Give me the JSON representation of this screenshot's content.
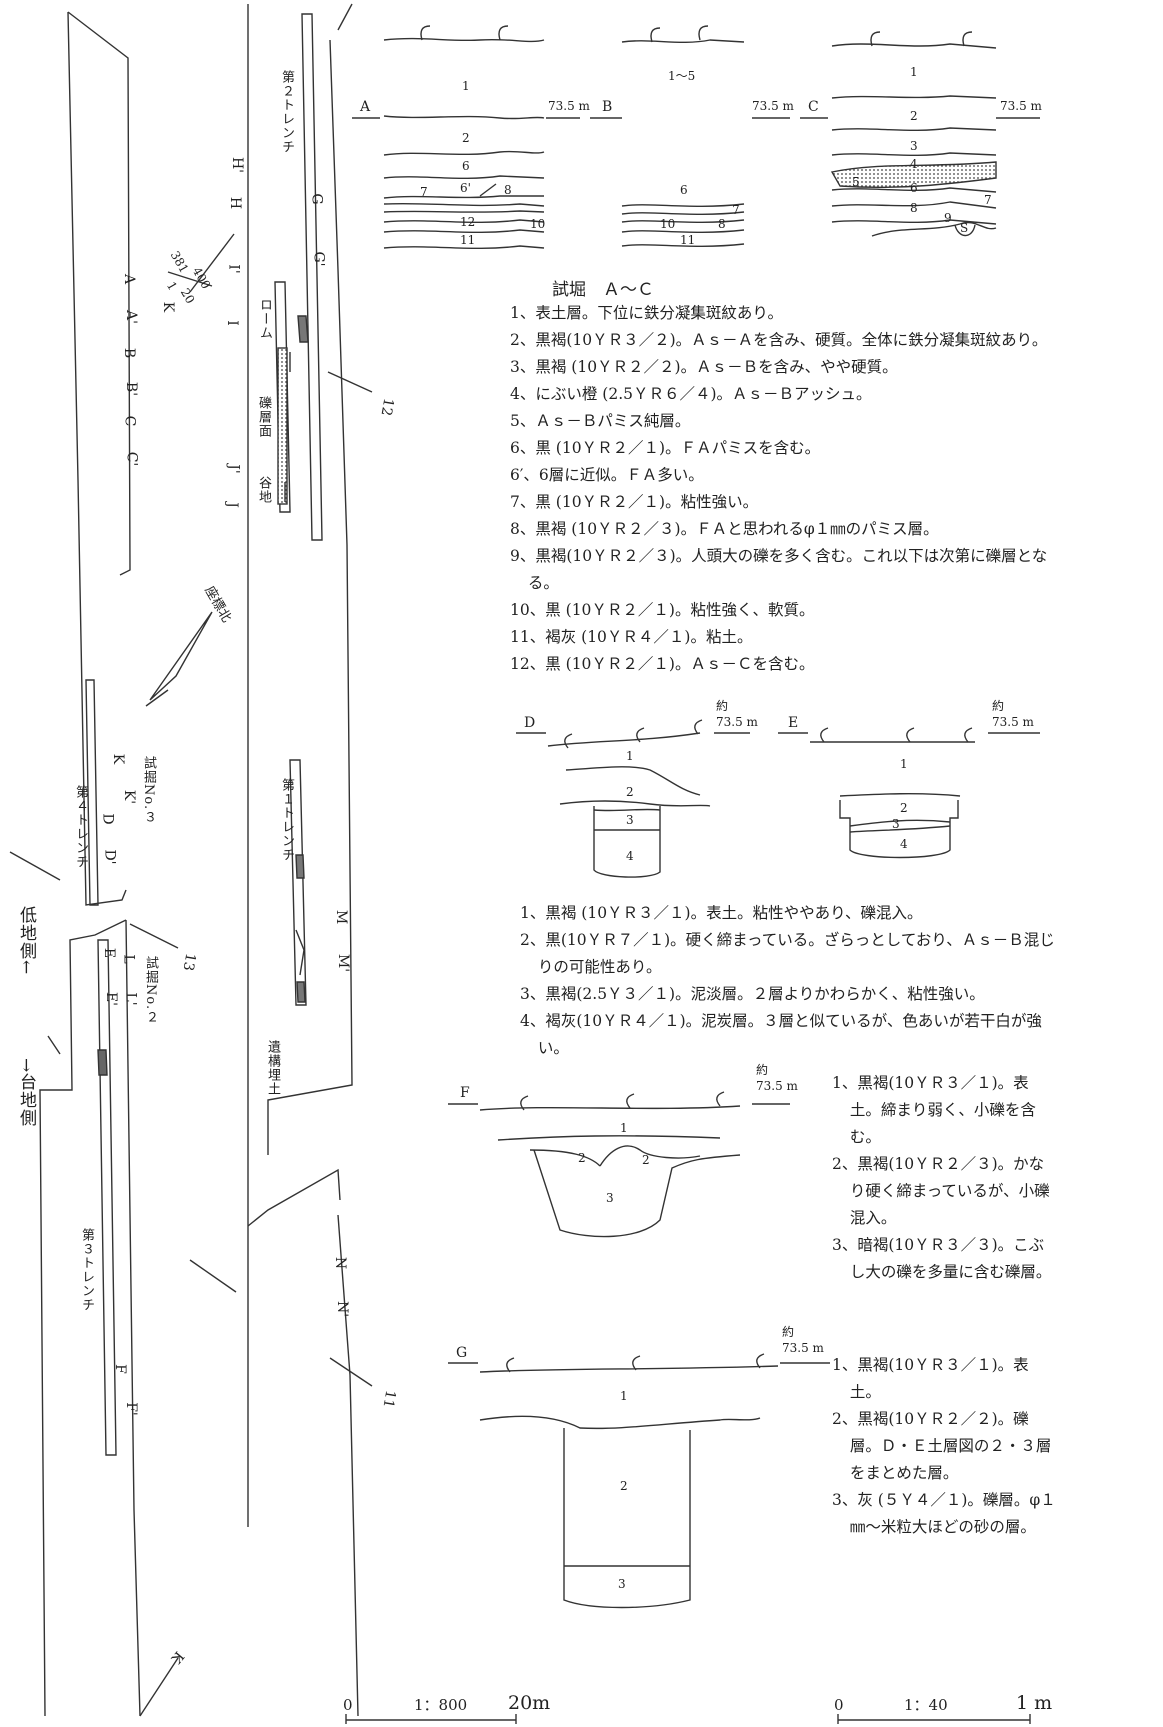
{
  "plan": {
    "trench2": "第２トレンチ",
    "trench1": "第１トレンチ",
    "trench4": "第４トレンチ",
    "trench3": "第３トレンチ",
    "loam": "ローム",
    "gravel_surface": "礫層面",
    "valley": "谷地",
    "feature_fill": "遺構埋土",
    "coord_north": "座標北",
    "pit3": "試掘No.３",
    "pit2": "試掘No.２",
    "low_side": "低地側←",
    "high_side": "→台地側",
    "grid_381": "381",
    "grid_400": "400",
    "grid_1": "1",
    "grid_20": "20",
    "grid_K": "K",
    "grid_12": "12",
    "grid_13": "13",
    "grid_11": "11",
    "section_marks": {
      "H": "H",
      "H2": "H'",
      "I": "I",
      "I2": "I'",
      "J": "J",
      "J2": "J'",
      "G": "G",
      "G2": "G'",
      "A": "A",
      "A2": "A'",
      "B": "B",
      "B2": "B'",
      "C": "C",
      "C2": "C'",
      "K": "K",
      "K2": "K'",
      "D": "D",
      "D2": "D'",
      "E": "E",
      "E2": "E'",
      "L": "L",
      "L2": "L'",
      "M": "M",
      "M2": "M'",
      "N": "N",
      "N2": "N'",
      "F": "F",
      "F2": "F'"
    }
  },
  "sections_abc": {
    "title": "試堀　Ａ～Ｃ",
    "label_A": "A",
    "label_B": "B",
    "label_C": "C",
    "elev": "73.5 m",
    "layer_labels": {
      "a1": "1",
      "a2": "2",
      "a6": "6",
      "a6p": "6'",
      "a7": "7",
      "a8": "8",
      "a10": "10",
      "a12": "12",
      "a11": "11",
      "b15": "1～5",
      "b6": "6",
      "b7": "7",
      "b8": "8",
      "b10": "10",
      "b11": "11",
      "c1": "1",
      "c2": "2",
      "c3": "3",
      "c4": "4",
      "c5": "5",
      "c6": "6",
      "c7": "7",
      "c8": "8",
      "c9": "9",
      "cs": "S"
    },
    "legend": [
      "1、表土層。下位に鉄分凝集斑紋あり。",
      "2、黒褐(10ＹＲ３／２)。Ａｓ－Ａを含み、硬質。全体に鉄分凝集斑紋あり。",
      "3、黒褐 (10ＹＲ２／２)。Ａｓ－Ｂを含み、やや硬質。",
      "4、にぶい橙 (2.5ＹＲ６／４)。Ａｓ－Ｂアッシュ。",
      "5、Ａｓ－Ｂパミス純層。",
      "6、黒 (10ＹＲ２／１)。ＦＡパミスを含む。",
      "6′、6層に近似。ＦＡ多い。",
      "7、黒 (10ＹＲ２／１)。粘性強い。",
      "8、黒褐 (10ＹＲ２／３)。ＦＡと思われるφ１㎜のパミス層。",
      "9、黒褐(10ＹＲ２／３)。人頭大の礫を多く含む。これ以下は次第に礫層となる。",
      "10、黒 (10ＹＲ２／１)。粘性強く、軟質。",
      "11、褐灰 (10ＹＲ４／１)。粘土。",
      "12、黒 (10ＹＲ２／１)。Ａｓ－Ｃを含む。"
    ]
  },
  "sections_de": {
    "label_D": "D",
    "label_E": "E",
    "approx": "約",
    "elev": "73.5 m",
    "layer_labels": {
      "d1": "1",
      "d2": "2",
      "d3": "3",
      "d4": "4",
      "e1": "1",
      "e2": "2",
      "e3": "3",
      "e4": "4"
    },
    "legend": [
      "1、黒褐 (10ＹＲ３／１)。表土。粘性ややあり、礫混入。",
      "2、黒(10ＹＲ７／１)。硬く締まっている。ざらっとしており、Ａｓ－Ｂ混じりの可能性あり。",
      "3、黒褐(2.5Ｙ３／１)。泥淡層。２層よりかわらかく、粘性強い。",
      "4、褐灰(10ＹＲ４／１)。泥炭層。３層と似ているが、色あいが若干白が強い。"
    ]
  },
  "section_f": {
    "label": "F",
    "approx": "約",
    "elev": "73.5 m",
    "layer_labels": {
      "f1": "1",
      "f2a": "2",
      "f2b": "2",
      "f3": "3"
    },
    "legend": [
      "1、黒褐(10ＹＲ３／１)。表土。締まり弱く、小礫を含む。",
      "2、黒褐(10ＹＲ２／３)。かなり硬く締まっているが、小礫混入。",
      "3、暗褐(10ＹＲ３／３)。こぶし大の礫を多量に含む礫層。"
    ]
  },
  "section_g": {
    "label": "G",
    "approx": "約",
    "elev": "73.5 m",
    "layer_labels": {
      "g1": "1",
      "g2": "2",
      "g3": "3"
    },
    "legend": [
      "1、黒褐(10ＹＲ３／１)。表土。",
      "2、黒褐(10ＹＲ２／２)。礫層。Ｄ・Ｅ土層図の２・３層をまとめた層。",
      "3、灰 (５Ｙ４／１)。礫層。φ１㎜～米粒大ほどの砂の層。"
    ]
  },
  "scales": {
    "plan_zero": "0",
    "plan_ratio": "1：800",
    "plan_len": "20m",
    "sec_zero": "0",
    "sec_ratio": "1：40",
    "sec_len": "1 m"
  }
}
